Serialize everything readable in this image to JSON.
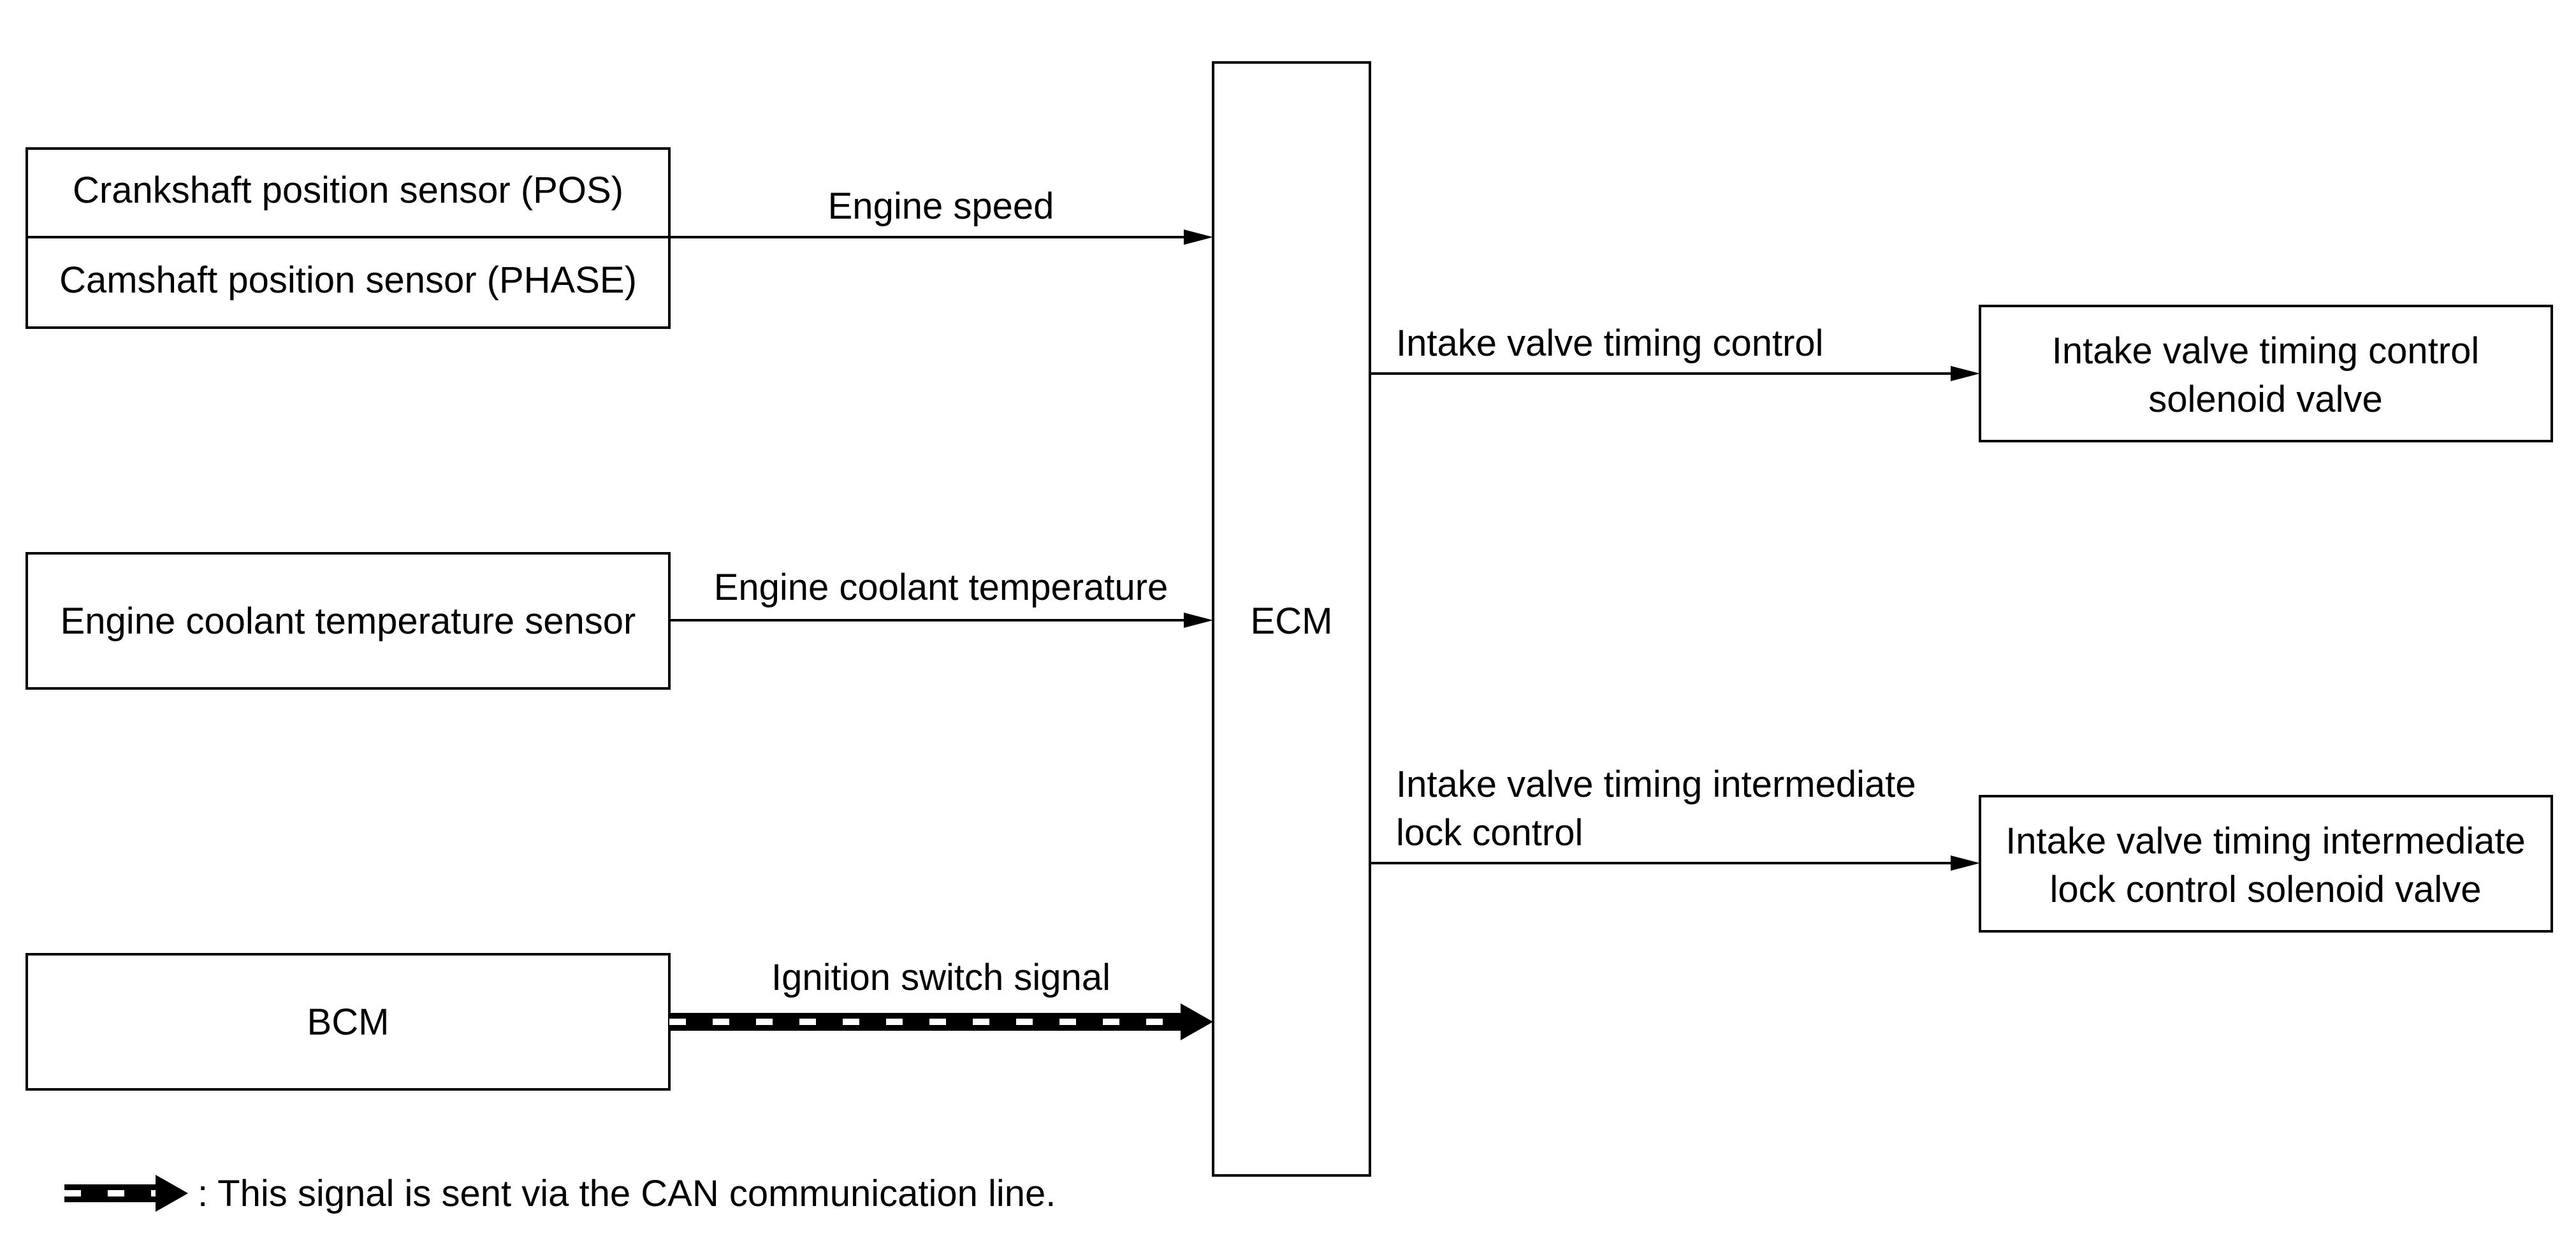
{
  "inputs": {
    "sensor_group": {
      "crankshaft": "Crankshaft position sensor (POS)",
      "camshaft": "Camshaft position sensor (PHASE)"
    },
    "coolant_sensor": "Engine coolant temperature sensor",
    "bcm": "BCM"
  },
  "ecm": "ECM",
  "outputs": {
    "ivt_solenoid": [
      "Intake valve timing control",
      "solenoid valve"
    ],
    "ivt_lock_solenoid": [
      "Intake valve timing intermediate",
      "lock control solenoid valve"
    ]
  },
  "signals": {
    "engine_speed": "Engine speed",
    "coolant_temp": "Engine coolant temperature",
    "ignition_switch": "Ignition switch signal",
    "ivt_control": "Intake valve timing control",
    "ivt_lock_control": [
      "Intake valve timing intermediate",
      "lock control"
    ]
  },
  "legend": {
    "text": ": This signal is sent via the CAN communication line."
  }
}
